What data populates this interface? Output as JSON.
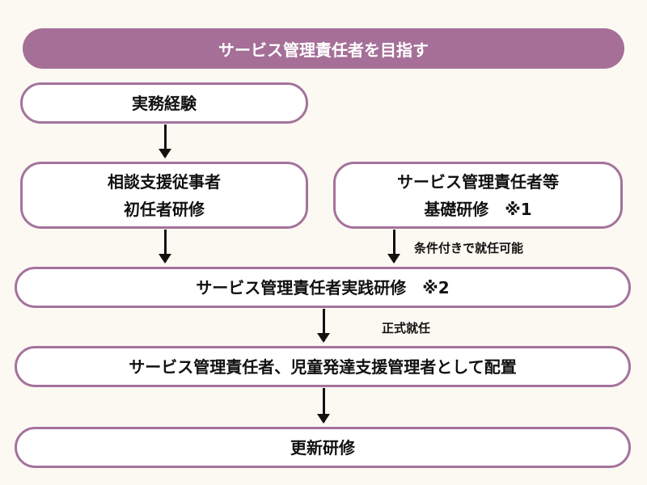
{
  "header": "サービス管理責任者を目指す",
  "boxes": {
    "experience": "実務経験",
    "consult_line1": "相談支援従事者",
    "consult_line2": "初任者研修",
    "basic_line1": "サービス管理責任者等",
    "basic_line2": "基礎研修　※1",
    "practical": "サービス管理責任者実践研修　※2",
    "assignment": "サービス管理責任者、児童発達支援管理者として配置",
    "renewal": "更新研修"
  },
  "labels": {
    "conditional": "条件付きで就任可能",
    "official": "正式就任"
  },
  "colors": {
    "accent": "#a56f98",
    "background": "#fcf9f3"
  }
}
